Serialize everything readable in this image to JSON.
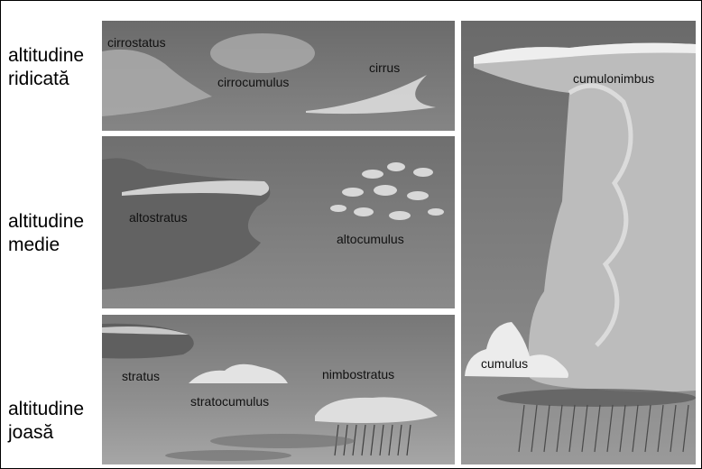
{
  "altitudes": {
    "high": "altitudine\nridicată",
    "mid": "altitudine\nmedie",
    "low": "altitudine\njoasă"
  },
  "clouds": {
    "cirrostratus": "cirrostatus",
    "cirrocumulus": "cirrocumulus",
    "cirrus": "cirrus",
    "altostratus": "altostratus",
    "altocumulus": "altocumulus",
    "stratus": "stratus",
    "stratocumulus": "stratocumulus",
    "nimbostratus": "nimbostratus",
    "cumulus": "cumulus",
    "cumulonimbus": "cumulonimbus"
  }
}
